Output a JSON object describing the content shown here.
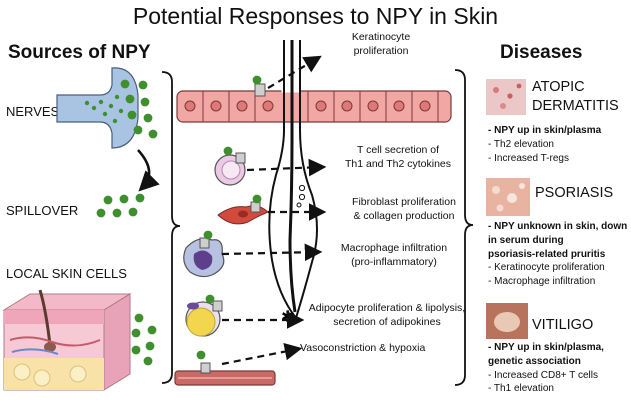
{
  "title": "Potential Responses to NPY in Skin",
  "sources": {
    "header": "Sources of NPY",
    "items": [
      "NERVES",
      "SPILLOVER",
      "LOCAL SKIN CELLS"
    ]
  },
  "responses": [
    [
      "Keratinocyte",
      "proliferation"
    ],
    [
      "T cell secretion of",
      "Th1 and Th2 cytokines"
    ],
    [
      "Fibroblast proliferation",
      "& collagen production"
    ],
    [
      "Macrophage infiltration",
      "(pro-inflammatory)"
    ],
    [
      "Adipocyte proliferation & lipolysis,",
      "secretion of adipokines"
    ],
    [
      "Vasoconstriction & hypoxia"
    ]
  ],
  "diseases": {
    "header": "Diseases",
    "items": [
      {
        "name_lines": [
          "ATOPIC",
          "DERMATITIS"
        ],
        "points": [
          {
            "text": "- NPY up in skin/plasma",
            "bold": true
          },
          {
            "text": "- Th2 elevation",
            "bold": false
          },
          {
            "text": "- Increased T-regs",
            "bold": false
          }
        ]
      },
      {
        "name_lines": [
          "PSORIASIS"
        ],
        "points": [
          {
            "text": "- NPY unknown in skin, down",
            "bold": true
          },
          {
            "text": "in serum during",
            "bold": true
          },
          {
            "text": "psoriasis-related pruritis",
            "bold": true
          },
          {
            "text": "- Keratinocyte proliferation",
            "bold": false
          },
          {
            "text": "- Macrophage infiltration",
            "bold": false
          }
        ]
      },
      {
        "name_lines": [
          "VITILIGO"
        ],
        "points": [
          {
            "text": "- NPY up in skin/plasma,",
            "bold": true
          },
          {
            "text": "genetic association",
            "bold": true
          },
          {
            "text": "- Increased CD8+ T cells",
            "bold": false
          },
          {
            "text": "- Th1 elevation",
            "bold": false
          }
        ]
      }
    ]
  },
  "colors": {
    "npy_dot": "#3f8f2e",
    "nerve": "#a9c4e2",
    "keratinocyte": "#f1a7a4",
    "nucleus": "#e07878",
    "fibroblast": "#d24a3b",
    "t_cell": "#ecc9e4",
    "macrophage": "#8c86c2",
    "adipocyte": "#f2d64e",
    "vessel": "#c96a66",
    "atopic_swatch": "#ecc7c7",
    "psoriasis_swatch": "#e8b3a0",
    "vitiligo_swatch": "#b8735c"
  }
}
